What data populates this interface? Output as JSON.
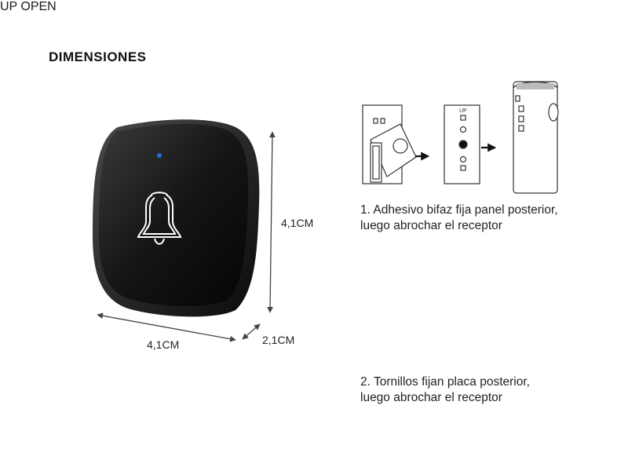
{
  "title": "DIMENSIONES",
  "dimensions": {
    "height_label": "4,1CM",
    "width_label": "4,1CM",
    "depth_label": "2,1CM"
  },
  "steps": [
    {
      "line1": "1. Adhesivo bifaz fija panel posterior,",
      "line2": "luego abrochar el receptor"
    },
    {
      "line1": "2. Tornillos fijan placa posterior,",
      "line2": "luego abrochar el receptor"
    }
  ],
  "diagram_text": {
    "up_label_1": "UP",
    "up_label_2": "UP",
    "open_label": "OPEN"
  },
  "colors": {
    "device_body": "#1b1b1b",
    "led": "#1e6fe0",
    "line": "#444444"
  }
}
